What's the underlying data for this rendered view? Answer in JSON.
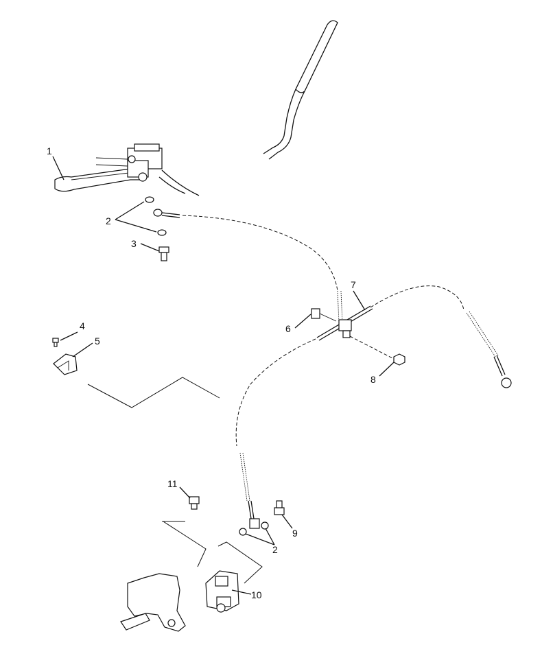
{
  "callouts": {
    "c1": "1",
    "c2a": "2",
    "c3": "3",
    "c4": "4",
    "c5": "5",
    "c6": "6",
    "c7": "7",
    "c8": "8",
    "c9": "9",
    "c10": "10",
    "c11": "11",
    "c2b": "2"
  }
}
